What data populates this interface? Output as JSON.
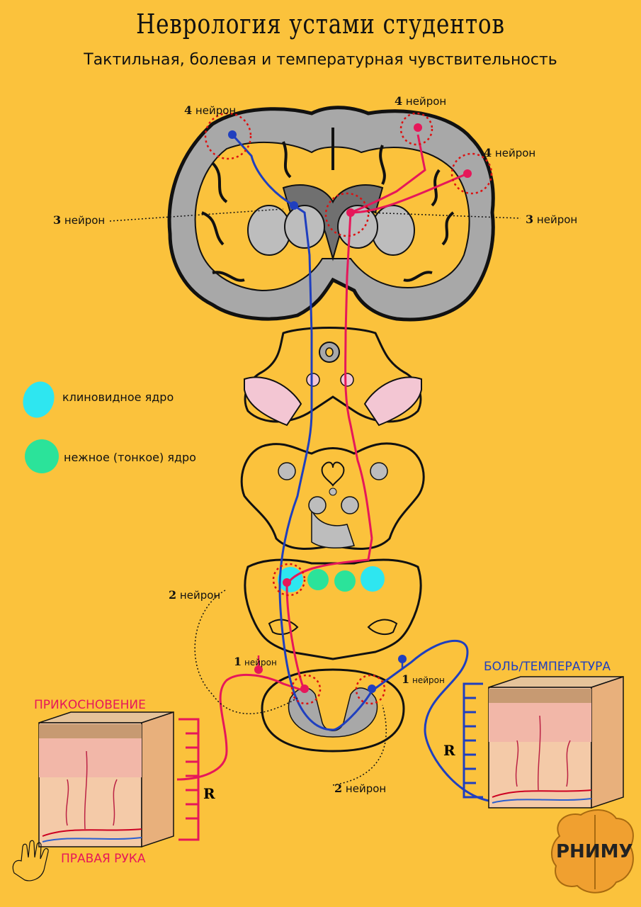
{
  "title": "Неврология устами студентов",
  "subtitle": "Тактильная, болевая и температурная чувствительность",
  "neuron_labels": {
    "n4_left": {
      "num": "4",
      "text": "нейрон"
    },
    "n4_top_right": {
      "num": "4",
      "text": "нейрон"
    },
    "n4_right": {
      "num": "4",
      "text": "нейрон"
    },
    "n3_left": {
      "num": "3",
      "text": "нейрон"
    },
    "n3_right": {
      "num": "3",
      "text": "нейрон"
    },
    "n2_left": {
      "num": "2",
      "text": "нейрон"
    },
    "n2_bottom": {
      "num": "2",
      "text": "нейрон"
    },
    "n1_left": {
      "num": "1",
      "text": "нейрон"
    },
    "n1_right": {
      "num": "1",
      "text": "нейрон"
    }
  },
  "legend": [
    {
      "label": "клиновидное ядро",
      "color": "#2ee6f0"
    },
    {
      "label": "нежное (тонкое) ядро",
      "color": "#2be39a"
    }
  ],
  "touch_label": "ПРИКОСНОВЕНИЕ",
  "pain_label": "БОЛЬ/ТЕМПЕРАТУРА",
  "receptor_letter_left": "R",
  "receptor_letter_right": "R",
  "hand_label": "ПРАВАЯ РУКА",
  "logo": "РНИМУ",
  "colors": {
    "background": "#fbc23c",
    "touch_path": "#e6175a",
    "pain_path": "#1f3fbf",
    "gray_matter": "#a8a8a8",
    "nerve_pink": "#f3c6d3"
  }
}
